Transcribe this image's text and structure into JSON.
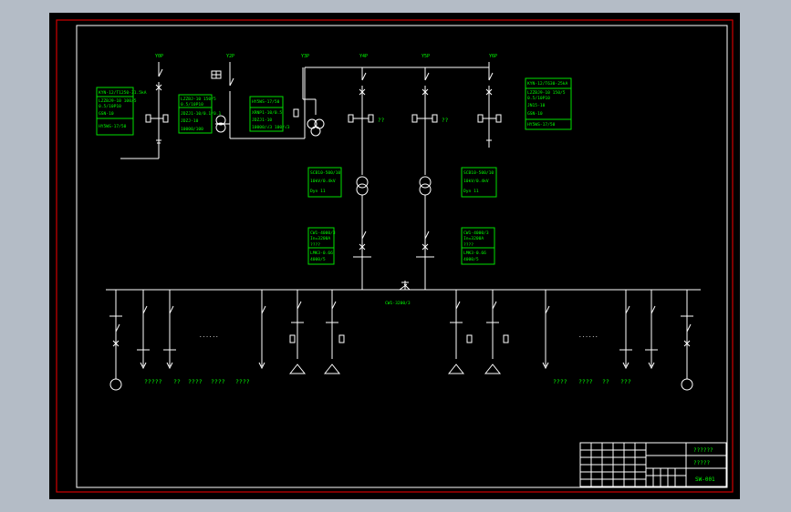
{
  "colors": {
    "background": "#000000",
    "viewport": "#b4bcc6",
    "frame": "#d00000",
    "line": "#ffffff",
    "text": "#00ff00"
  },
  "top_bays": [
    "Y0P",
    "Y2P",
    "Y3P",
    "Y4P",
    "Y5P",
    "Y6P"
  ],
  "boxes": {
    "incoming_left": [
      "KYN-12/T1250-31.5kA",
      "LZZBJ9-10 100/5",
      "0.5/10P10",
      "GSN-10",
      "HY5WS-17/50"
    ],
    "metering": [
      "LZZBJ-10 150/5",
      "0.5/10P10",
      "JDZJ1-10/0.1/0.1",
      "JDZJ-10",
      "10000/100"
    ],
    "pt": [
      "HY5WS-17/50",
      "XRNP1-10/0.5",
      "JDZJ1-10",
      "10000/√3 100/√3"
    ],
    "incoming_right": [
      "KYN-12/T630-25kA",
      "LZZBJ9-10 150/5",
      "0.5/10P10",
      "JN15-10",
      "GSN-10",
      "HY5WS-17/50"
    ],
    "transformer_left": [
      "SCB10-500/10",
      "10kV/0.4kV",
      "Dyn 11"
    ],
    "transformer_right": [
      "SCB10-500/10",
      "10kV/0.4kV",
      "Dyn 11"
    ],
    "lv_breaker_left": [
      "CW1-4000/3",
      "In=3200A",
      "????",
      "LMK3-0.66",
      "4000/5"
    ],
    "lv_breaker_right": [
      "CW1-4000/3",
      "In=3200A",
      "????",
      "LMK3-0.66",
      "4000/5"
    ]
  },
  "bus_tie_label": "CW1-3200/3",
  "question_labels": [
    "??",
    "??"
  ],
  "dots": [
    "......",
    "......"
  ],
  "feeder_labels_left": [
    "?????",
    "??",
    "????",
    "????",
    "????"
  ],
  "feeder_labels_right": [
    "????",
    "????",
    "??",
    "???"
  ],
  "title_block": {
    "title1": "??????",
    "title2": "?????",
    "drawing_no": "SW-001"
  }
}
